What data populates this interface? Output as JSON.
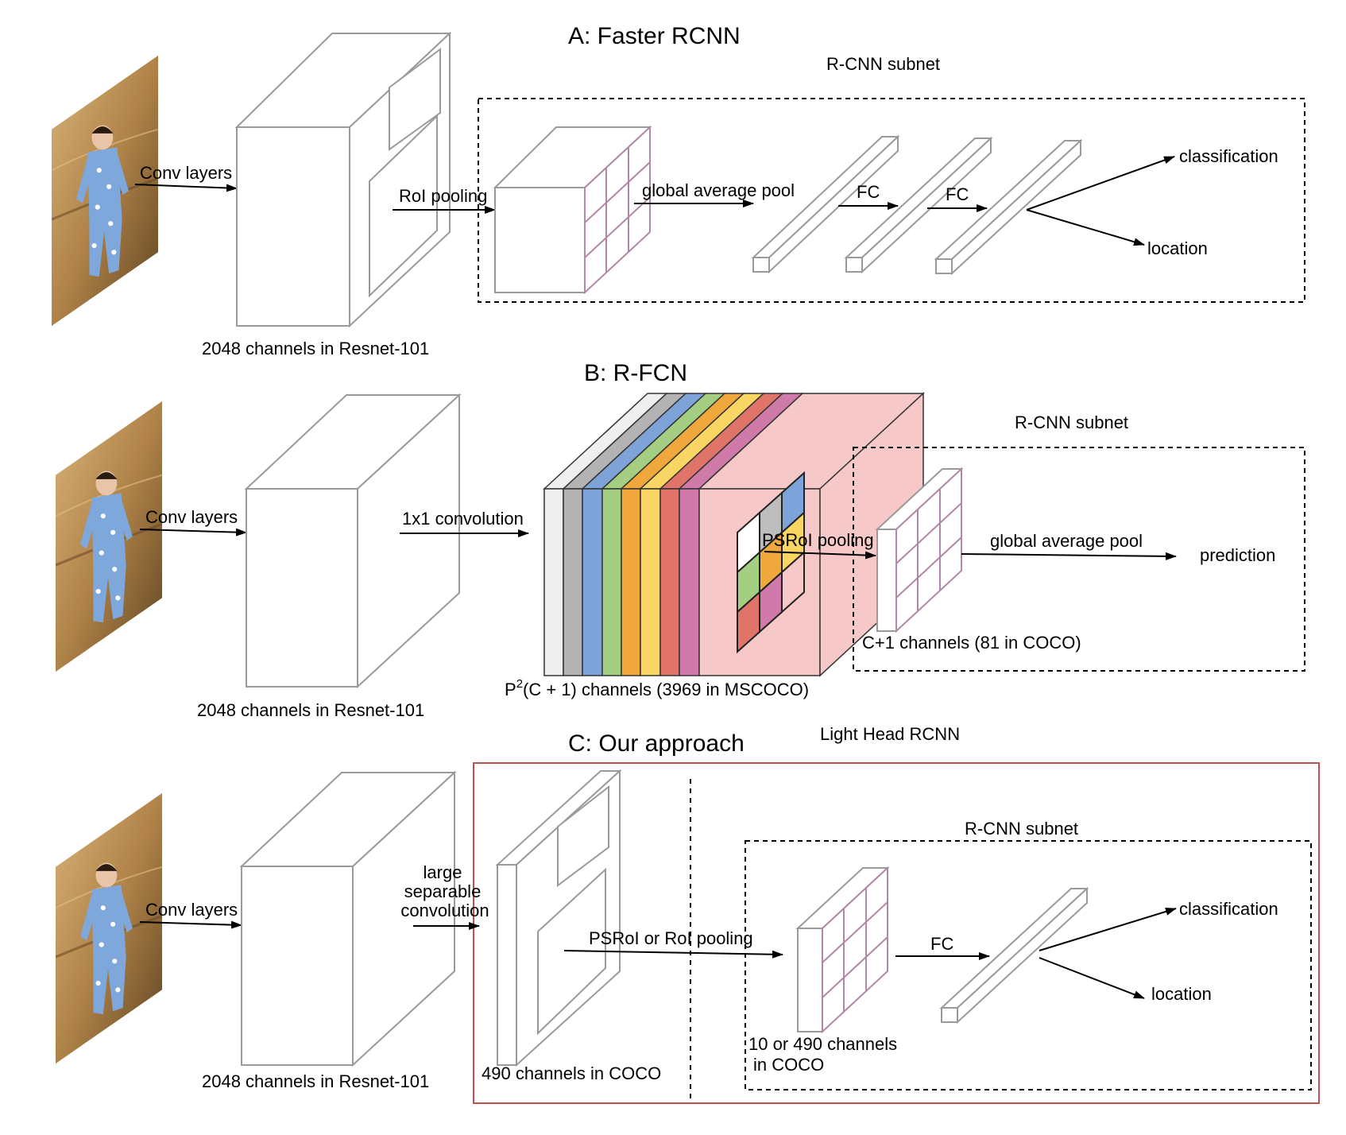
{
  "sections": {
    "a": {
      "title": "A: Faster RCNN",
      "subnet_label": "R-CNN subnet",
      "conv_label": "Conv layers",
      "backbone_caption": "2048 channels in Resnet-101",
      "roi_label": "RoI pooling",
      "gap_label": "global average pool",
      "fc1_label": "FC",
      "fc2_label": "FC",
      "out1": "classification",
      "out2": "location"
    },
    "b": {
      "title": "B: R-FCN",
      "subnet_label": "R-CNN subnet",
      "conv_label": "Conv layers",
      "backbone_caption": "2048 channels in Resnet-101",
      "conv1x1_label": "1x1 convolution",
      "score_caption_pre": "P",
      "score_caption_sup": "2",
      "score_caption_post": "(C + 1)  channels (3969 in MSCOCO)",
      "psroi_label": "PSRoI pooling",
      "gap_label": "global average pool",
      "output": "prediction",
      "channels_caption": "C+1 channels (81 in COCO)",
      "stripe_colors": [
        "#efefef",
        "#b3b3b3",
        "#7da3d8",
        "#a4cf82",
        "#f0a83c",
        "#f9d564",
        "#e07468",
        "#cf7aa9",
        "#f6c8c8"
      ]
    },
    "c": {
      "title": "C: Our approach",
      "head_label": "Light Head RCNN",
      "subnet_label": "R-CNN subnet",
      "conv_label": "Conv layers",
      "backbone_caption": "2048 channels in Resnet-101",
      "sep_conv_line1": "large",
      "sep_conv_line2": "separable",
      "sep_conv_line3": "convolution",
      "thin_caption": "490 channels in COCO",
      "pool_label": "PSRoI or RoI pooling",
      "channels_line1": "10  or 490 channels",
      "channels_line2": "in COCO",
      "fc_label": "FC",
      "out1": "classification",
      "out2": "location",
      "head_border_color": "#c0504d"
    }
  }
}
